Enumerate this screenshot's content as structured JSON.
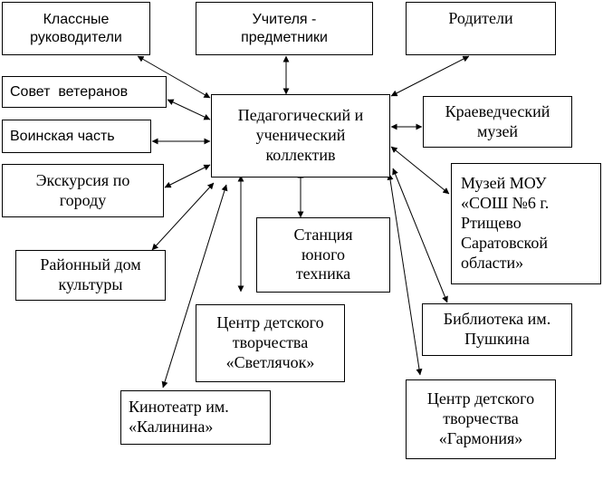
{
  "diagram": {
    "center": {
      "lines": [
        "Педагогический и",
        "ученический",
        "коллектив"
      ]
    },
    "nodes": {
      "class_teachers": {
        "lines": [
          "Классные",
          "руководители"
        ]
      },
      "subject_teachers": {
        "lines": [
          "Учителя -",
          "предметники"
        ]
      },
      "parents": {
        "lines": [
          "Родители"
        ]
      },
      "veterans_council": {
        "lines": [
          "Совет  ветеранов"
        ]
      },
      "military_unit": {
        "lines": [
          "Воинская часть"
        ]
      },
      "city_tour": {
        "lines": [
          "Экскурсия по",
          "городу"
        ]
      },
      "culture_house": {
        "lines": [
          "Районный дом",
          "культуры"
        ]
      },
      "local_museum": {
        "lines": [
          "Краеведческий",
          "музей"
        ]
      },
      "school_museum": {
        "lines": [
          "Музей МОУ",
          "«СОШ №6 г.",
          "Ртищево",
          "Саратовской",
          "области»"
        ]
      },
      "young_tech_station": {
        "lines": [
          "Станция",
          "юного",
          "техника"
        ]
      },
      "svetlyachok_center": {
        "lines": [
          "Центр детского",
          "творчества",
          "«Светлячок»"
        ]
      },
      "library": {
        "lines": [
          "Библиотека им.",
          "Пушкина"
        ]
      },
      "cinema": {
        "lines": [
          "Кинотеатр им.",
          "«Калинина»"
        ]
      },
      "garmonia_center": {
        "lines": [
          "Центр детского",
          "творчества",
          "«Гармония»"
        ]
      }
    },
    "colors": {
      "line": "#000000",
      "box_border": "#000000",
      "background": "#ffffff",
      "text": "#000000"
    }
  }
}
